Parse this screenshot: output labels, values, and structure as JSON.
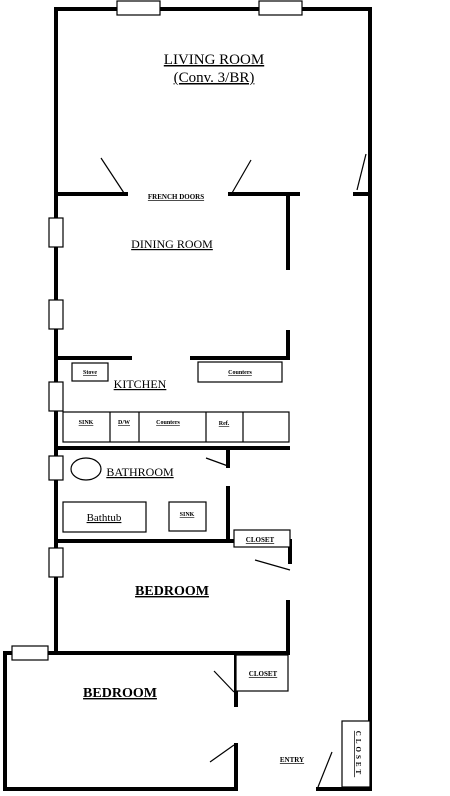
{
  "rooms": {
    "living_room": "LIVING ROOM",
    "living_room_note": "(Conv. 3/BR)",
    "french_doors": "FRENCH DOORS",
    "dining_room": "DINING ROOM",
    "kitchen": "KITCHEN",
    "bathroom": "BATHROOM",
    "bedroom_1": "BEDROOM",
    "bedroom_2": "BEDROOM",
    "entry": "ENTRY"
  },
  "fixtures": {
    "stove": "Stove",
    "counters_top": "Counters",
    "sink_kitchen": "SINK",
    "dishwasher": "D/W",
    "counters_bottom": "Counters",
    "refrigerator": "Ref.",
    "bathtub": "Bathtub",
    "sink_bath": "SINK",
    "closet_1": "CLOSET",
    "closet_2": "CLOSET",
    "closet_entry": "CLOSET"
  }
}
